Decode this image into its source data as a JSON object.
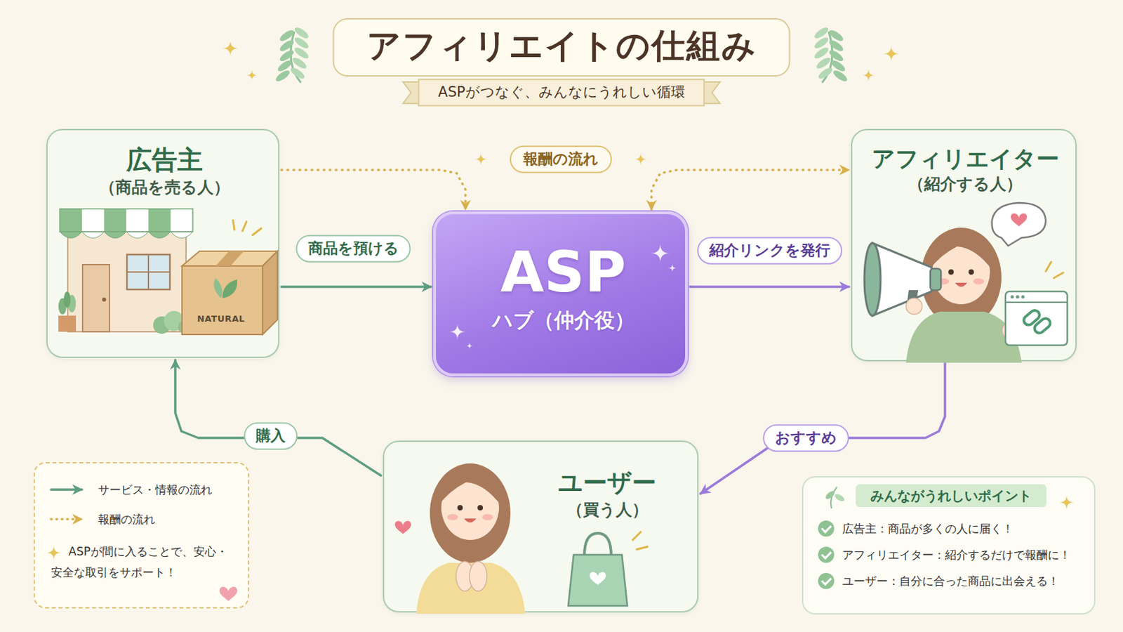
{
  "diagram": {
    "title": "アフィリエイトの仕組み",
    "nodes": [
      {
        "text": [
          "広告主",
          "（商品を売る人）"
        ]
      },
      {
        "text": [
          "ASP",
          "ハブ（仲介役）"
        ]
      },
      {
        "text": [
          "アフィリエイター",
          "（紹介する人）"
        ]
      },
      {
        "text": [
          "ユーザー",
          "（買う人）"
        ]
      },
      {
        "text": [
          "みんながうれしいポイント",
          "広告主：商品が多くの人に届く！",
          "アフィリエイター：紹介するだけで報酬に！",
          "ユーザー：自分に合った商品に出会える！"
        ]
      }
    ],
    "edges": [
      {
        "from": 0,
        "to": 1,
        "label": "商品を預ける",
        "arrow": "to"
      },
      {
        "from": 1,
        "to": 2,
        "label": "紹介リンクを発行",
        "arrow": "to"
      },
      {
        "from": 2,
        "to": 3,
        "label": "おすすめ",
        "arrow": "to"
      },
      {
        "from": 3,
        "to": 0,
        "label": "購入",
        "arrow": "to"
      },
      {
        "from": 0,
        "to": 1,
        "arrow": "to"
      },
      {
        "from": 1,
        "to": 2,
        "arrow": "both"
      }
    ],
    "labels": [
      "ASPがつなぐ、みんなにうれしい循環",
      "報酬の流れ",
      "NATURAL",
      "ASPが間に入ることで、安心・安全な取引をサポート！"
    ],
    "legend": [
      {
        "text": "サービス・情報の流れ"
      },
      {
        "text": "報酬の流れ"
      }
    ]
  }
}
